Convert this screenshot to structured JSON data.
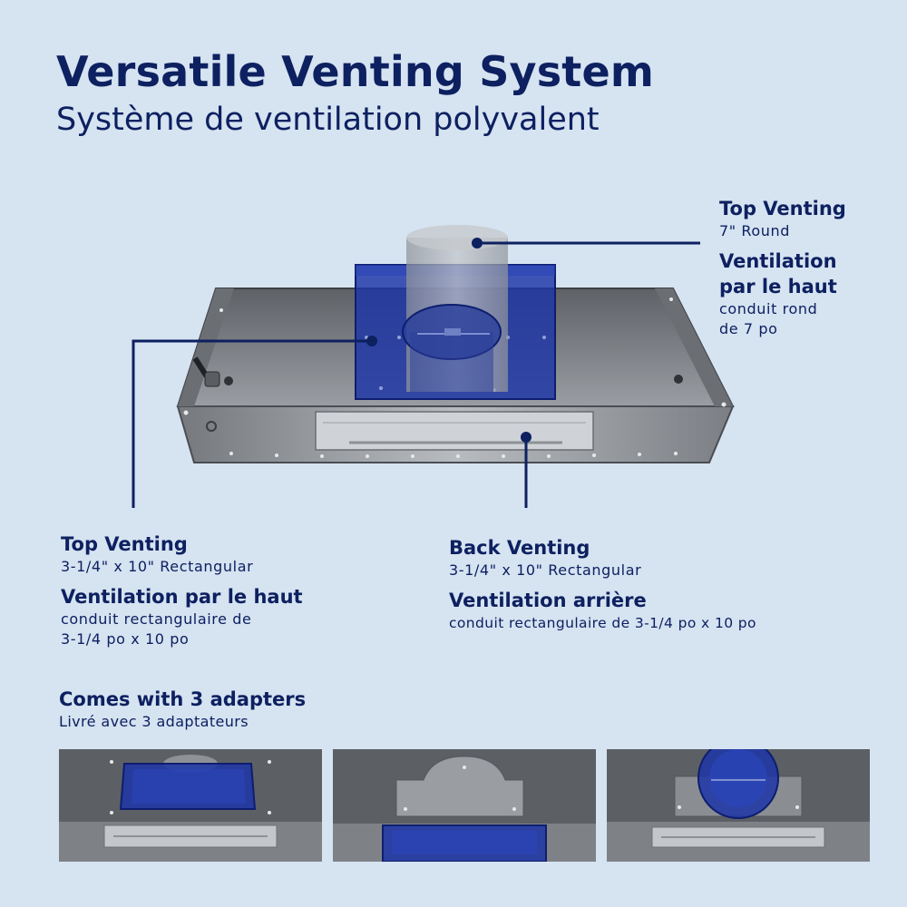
{
  "header": {
    "title": "Versatile Venting System",
    "subtitle": "Système de ventilation polyvalent"
  },
  "callouts": {
    "top_round": {
      "heading_en": "Top Venting",
      "detail_en": "7\" Round",
      "heading_fr_1": "Ventilation",
      "heading_fr_2": "par le haut",
      "detail_fr_1": "conduit rond",
      "detail_fr_2": "de 7 po"
    },
    "top_rect": {
      "heading_en": "Top Venting",
      "detail_en": "3-1/4\" x 10\" Rectangular",
      "heading_fr": "Ventilation par le haut",
      "detail_fr_1": "conduit rectangulaire de",
      "detail_fr_2": "3-1/4 po x 10 po"
    },
    "back_rect": {
      "heading_en": "Back Venting",
      "detail_en": "3-1/4\" x 10\" Rectangular",
      "heading_fr": "Ventilation arrière",
      "detail_fr": "conduit rectangulaire de 3-1/4 po x 10 po"
    }
  },
  "adapters": {
    "heading_en": "Comes with 3 adapters",
    "heading_fr": "Livré avec 3 adaptateurs"
  },
  "colors": {
    "background": "#d6e3f1",
    "text": "#0d2060",
    "accent_blue": "#1c35a6",
    "steel": "#8a8e93"
  }
}
